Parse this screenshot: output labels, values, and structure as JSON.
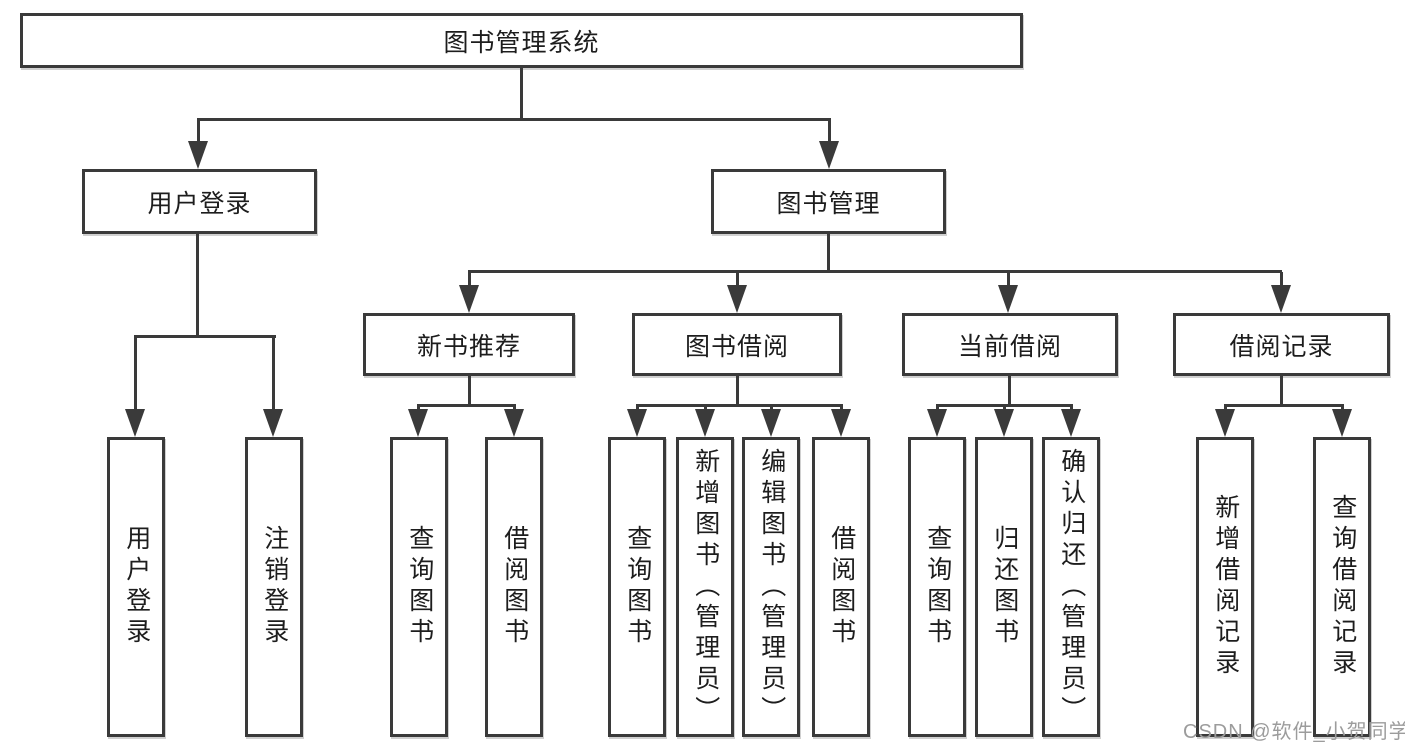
{
  "diagram_type": "hierarchy-tree",
  "tree": {
    "root": {
      "label": "图书管理系统",
      "children": [
        {
          "label": "用户登录",
          "children": [
            {
              "label": "用户登录"
            },
            {
              "label": "注销登录"
            }
          ]
        },
        {
          "label": "图书管理",
          "children": [
            {
              "label": "新书推荐",
              "children": [
                {
                  "label": "查询图书"
                },
                {
                  "label": "借阅图书"
                }
              ]
            },
            {
              "label": "图书借阅",
              "children": [
                {
                  "label": "查询图书"
                },
                {
                  "label": "新增图书（管理员）"
                },
                {
                  "label": "编辑图书（管理员）"
                },
                {
                  "label": "借阅图书"
                }
              ]
            },
            {
              "label": "当前借阅",
              "children": [
                {
                  "label": "查询图书"
                },
                {
                  "label": "归还图书"
                },
                {
                  "label": "确认归还（管理员）"
                }
              ]
            },
            {
              "label": "借阅记录",
              "children": [
                {
                  "label": "新增借阅记录"
                },
                {
                  "label": "查询借阅记录"
                }
              ]
            }
          ]
        }
      ]
    }
  },
  "watermark": {
    "text": "CSDN @软件_小贺同学"
  },
  "colors": {
    "line": "#3a3a3a",
    "text": "#1d1d1d",
    "watermark": "#9c9c9c",
    "background": "#ffffff"
  }
}
